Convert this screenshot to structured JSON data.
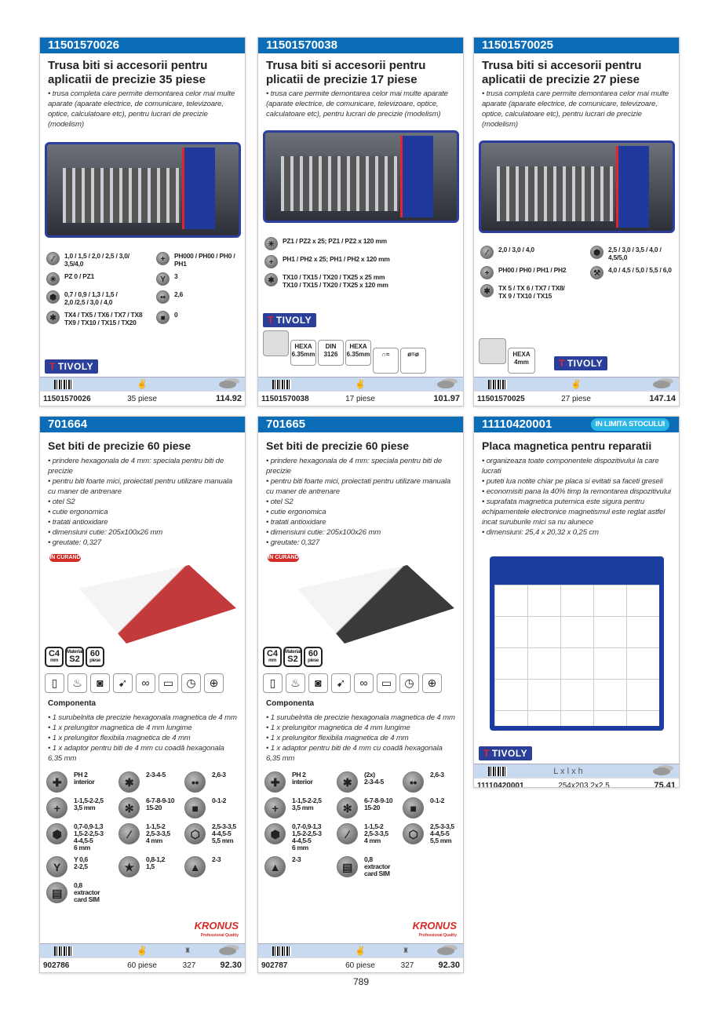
{
  "page_number": "789",
  "colors": {
    "header": "#0b6db7",
    "footer_bar": "#c7daf0",
    "badge": "#2bb6e8",
    "brand_tivoly": "#2a3f9a",
    "brand_kronus": "#d52a25"
  },
  "cards": [
    {
      "code": "11501570026",
      "title": "Trusa biti si accesorii pentru aplicatii de precizie 35 piese",
      "bullets": [
        "• trusa completa care permite demontarea celor mai multe aparate (aparate electrice, de comunicare, televizoare, optice, calculatoare etc), pentru lucrari de precizie (modelism)"
      ],
      "specs": [
        {
          "icon": "slotted-icon",
          "text": "1,0 / 1,5 / 2,0 / 2,5 / 3,0/\n3,5/4,0"
        },
        {
          "icon": "phillips-icon",
          "text": "PH000 / PH00 / PH0 /\nPH1"
        },
        {
          "icon": "pozidriv-icon",
          "text": "PZ 0 / PZ1"
        },
        {
          "icon": "tri-wing-icon",
          "text": "3"
        },
        {
          "icon": "hex-icon",
          "text": "0,7 / 0,9 / 1,3 / 1,5 /\n2,0 /2,5 / 3,0 / 4,0"
        },
        {
          "icon": "two-hole-icon",
          "text": "2,6"
        },
        {
          "icon": "torx-icon",
          "text": "TX4 / TX5 / TX6 / TX7 / TX8\nTX9 / TX10 / TX15 / TX20"
        },
        {
          "icon": "square-icon",
          "text": "0"
        }
      ],
      "brand": "TIVOLY",
      "footer": {
        "code": "11501570026",
        "pieces": "35 piese",
        "price": "114.92"
      }
    },
    {
      "code": "11501570038",
      "title": "Trusa biti si accesorii pentru plicatii de precizie 17 piese",
      "bullets": [
        "• trusa care permite demontarea celor mai multe aparate (aparate electrice, de comunicare, televizoare, optice, calculatoare etc), pentru lucrari de precizie (modelism)"
      ],
      "specs": [
        {
          "icon": "pozidriv-icon",
          "text": "PZ1 / PZ2 x 25; PZ1 / PZ2 x 120 mm"
        },
        {
          "icon": "phillips-icon",
          "text": "PH1 / PH2 x 25; PH1 / PH2 x 120 mm"
        },
        {
          "icon": "torx-icon",
          "text": "TX10 / TX15 / TX20 / TX25 x 25 mm\nTX10 / TX15 / TX20 / TX25 x 120 mm"
        }
      ],
      "brand": "TIVOLY",
      "features": [
        {
          "icon": "drill-icon",
          "text": ""
        },
        {
          "icon": "hexa-635-icon",
          "text": "HEXA\n6.35mm"
        },
        {
          "icon": "din-icon",
          "text": "DIN\n3126"
        },
        {
          "icon": "hexa-635-bit-icon",
          "text": "HEXA\n6.35mm"
        },
        {
          "icon": "magnet-icon",
          "text": "∩≈"
        },
        {
          "icon": "diameter-icon",
          "text": "ø=ø"
        }
      ],
      "footer": {
        "code": "11501570038",
        "pieces": "17 piese",
        "price": "101.97"
      }
    },
    {
      "code": "11501570025",
      "title": "Trusa biti si accesorii pentru aplicatii de precizie 27 piese",
      "bullets": [
        "• trusa completa care permite demontarea celor mai multe aparate (aparate electrice, de comunicare, televizoare, optice, calculatoare etc), pentru lucrari de precizie (modelism)"
      ],
      "specs": [
        {
          "icon": "slotted-icon",
          "text": "2,0 / 3,0 / 4,0"
        },
        {
          "icon": "hex-icon",
          "text": "2,5 / 3,0 / 3,5 / 4,0 /\n4,5/5,0"
        },
        {
          "icon": "phillips-icon",
          "text": "PH00 / PH0 / PH1 / PH2"
        },
        {
          "icon": "wrench-icon",
          "text": "4,0 / 4,5 / 5,0 / 5,5 / 6,0"
        },
        {
          "icon": "torx-icon",
          "text": "TX 5 / TX 6 / TX7 / TX8/\nTX 9 / TX10 / TX15"
        }
      ],
      "brand": "TIVOLY",
      "features": [
        {
          "icon": "hand-icon",
          "text": ""
        },
        {
          "icon": "hexa-4mm-icon",
          "text": "HEXA\n4mm"
        }
      ],
      "footer": {
        "code": "11501570025",
        "pieces": "27 piese",
        "price": "147.14"
      }
    },
    {
      "code": "701664",
      "title": "Set biti de precizie 60 piese",
      "bullets": [
        "• prindere hexagonala de 4 mm: speciala pentru biti de precizie",
        "• pentru biti foarte mici, proiectati pentru utilizare manuala cu maner de antrenare",
        "• otel S2",
        "• cutie ergonomica",
        "• tratati antioxidare",
        "• dimensiuni cutie: 205x100x26 mm",
        "• greutate: 0,327"
      ],
      "soon": "IN CURAND",
      "minis": [
        {
          "top": "C4",
          "bottom": "mm"
        },
        {
          "top": "S2",
          "bottom": "Material"
        },
        {
          "top": "60",
          "bottom": "piese"
        }
      ],
      "devices": [
        "phone-icon",
        "coffee-machine-icon",
        "camera-icon",
        "hair-dryer-icon",
        "glasses-icon",
        "tv-icon",
        "watch-icon",
        "gamepad-icon"
      ],
      "components_title": "Componenta",
      "components": [
        "• 1 surubelnita de precizie hexagonala magnetica de 4 mm",
        "• 1 x prelungitor magnetica de 4 mm lungime",
        "• 1 x prelungitor flexibila magnetica de 4 mm",
        "• 1 x adaptor pentru biti de 4 mm cu coadă hexagonala 6,35 mm"
      ],
      "specs": [
        {
          "icon": "phillips-interior-icon",
          "text": "PH 2\ninterior"
        },
        {
          "icon": "torx-icon",
          "text": "2-3-4-5"
        },
        {
          "icon": "two-hole-icon",
          "text": "2,6-3"
        },
        {
          "icon": "phillips-icon",
          "text": "1-1,5-2-2,5\n3,5 mm"
        },
        {
          "icon": "torx-tamper-icon",
          "text": "6-7-8-9-10\n15-20"
        },
        {
          "icon": "square-icon",
          "text": "0-1-2"
        },
        {
          "icon": "hex-icon",
          "text": "0,7-0,9-1,3\n1,5-2-2,5-3\n4-4,5-5\n6 mm"
        },
        {
          "icon": "slotted-icon",
          "text": "1-1,5-2\n2,5-3-3,5\n4 mm"
        },
        {
          "icon": "hex-socket-icon",
          "text": "2,5-3-3,5\n4-4,5-5\n5,5 mm"
        },
        {
          "icon": "tri-wing-icon",
          "text": "Y 0,6\n2-2,5"
        },
        {
          "icon": "star-icon",
          "text": "0,8-1,2\n1,5"
        },
        {
          "icon": "triangle-icon",
          "text": "2-3"
        },
        {
          "icon": "sim-card-icon",
          "text": "0,8\nextractor\ncard SIM"
        }
      ],
      "brand": "KRONUS",
      "brand_sub": "Professional Quality",
      "footer": {
        "code": "902786",
        "pieces": "60 piese",
        "weight": "327",
        "price": "92.30"
      }
    },
    {
      "code": "701665",
      "title": "Set biti de precizie 60 piese",
      "bullets": [
        "• prindere hexagonala de 4 mm: speciala pentru biti de precizie",
        "• pentru biti foarte mici, proiectati pentru utilizare manuala cu maner de antrenare",
        "• otel S2",
        "• cutie ergonomica",
        "• tratati antioxidare",
        "• dimensiuni cutie: 205x100x26 mm",
        "• greutate: 0,327"
      ],
      "soon": "IN CURAND",
      "minis": [
        {
          "top": "C4",
          "bottom": "mm"
        },
        {
          "top": "S2",
          "bottom": "Material"
        },
        {
          "top": "60",
          "bottom": "piese"
        }
      ],
      "devices": [
        "phone-icon",
        "coffee-machine-icon",
        "camera-icon",
        "hair-dryer-icon",
        "glasses-icon",
        "tv-icon",
        "watch-icon",
        "gamepad-icon"
      ],
      "components_title": "Componenta",
      "components": [
        "• 1 surubelnita de precizie hexagonala magnetica de 4 mm",
        "• 1 x prelungitor magnetica de 4 mm lungime",
        "• 1 x prelungitor flexibila magnetica de 4 mm",
        "• 1 x adaptor pentru biti de 4 mm cu coadă hexagonala 6,35 mm"
      ],
      "specs": [
        {
          "icon": "phillips-interior-icon",
          "text": "PH 2\ninterior"
        },
        {
          "icon": "torx-icon",
          "text": "(2x)\n2-3-4-5"
        },
        {
          "icon": "two-hole-icon",
          "text": "2,6-3"
        },
        {
          "icon": "phillips-icon",
          "text": "1-1,5-2-2,5\n3,5 mm"
        },
        {
          "icon": "torx-tamper-icon",
          "text": "6-7-8-9-10\n15-20"
        },
        {
          "icon": "square-icon",
          "text": "0-1-2"
        },
        {
          "icon": "hex-icon",
          "text": "0,7-0,9-1,3\n1,5-2-2,5-3\n4-4,5-5\n6 mm"
        },
        {
          "icon": "slotted-icon",
          "text": "1-1,5-2\n2,5-3-3,5\n4 mm"
        },
        {
          "icon": "hex-socket-icon",
          "text": "2,5-3-3,5\n4-4,5-5\n5,5 mm"
        },
        {
          "icon": "triangle-icon",
          "text": "2-3"
        },
        {
          "icon": "sim-card-icon",
          "text": "0,8\nextractor\ncard SIM"
        }
      ],
      "brand": "KRONUS",
      "brand_sub": "Professional Quality",
      "footer": {
        "code": "902787",
        "pieces": "60 piese",
        "weight": "327",
        "price": "92.30"
      }
    },
    {
      "code": "11110420001",
      "badge": "IN LIMITA STOCULUI",
      "title": "Placa magnetica pentru reparatii",
      "bullets": [
        "• organizeaza toate componentele dispozitivului la care lucrati",
        "• puteti lua notite chiar pe placa si evitati sa faceti greseli",
        "• economisiti pana la 40% timp la remontarea dispozitivului",
        "• suprafata magnetica puternica este sigura pentru echipamentele electronice magnetismul este reglat astfel incat suruburile mici sa nu alunece",
        "• dimensiuni: 25,4 x 20,32 x 0,25 cm"
      ],
      "brand": "TIVOLY",
      "footer": {
        "dims_label": "L x l x h",
        "code": "11110420001",
        "pieces": "254x203.2x2.5",
        "price": "75.41"
      }
    }
  ]
}
